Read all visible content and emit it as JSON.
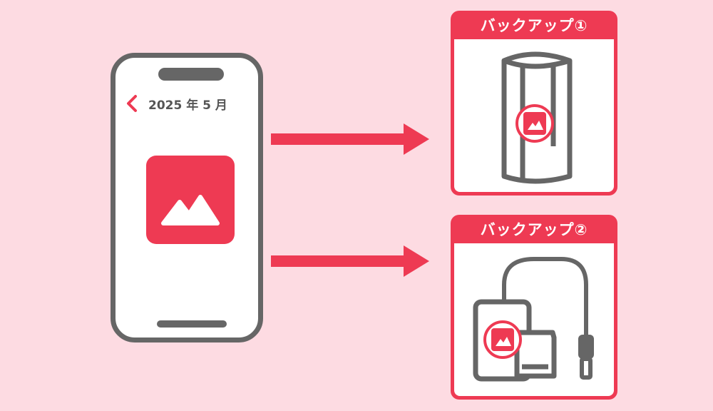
{
  "phone": {
    "date_label": "2025 年 5 月",
    "back_icon": "chevron-left-icon",
    "photo_icon": "image-icon"
  },
  "backups": [
    {
      "label": "バックアップ①",
      "device_icon": "cloud-server-drum-icon"
    },
    {
      "label": "バックアップ②",
      "device_icon": "external-storage-with-cable-icon"
    }
  ],
  "colors": {
    "background": "#fddbe2",
    "accent": "#ee3a53",
    "device_gray": "#666666"
  }
}
